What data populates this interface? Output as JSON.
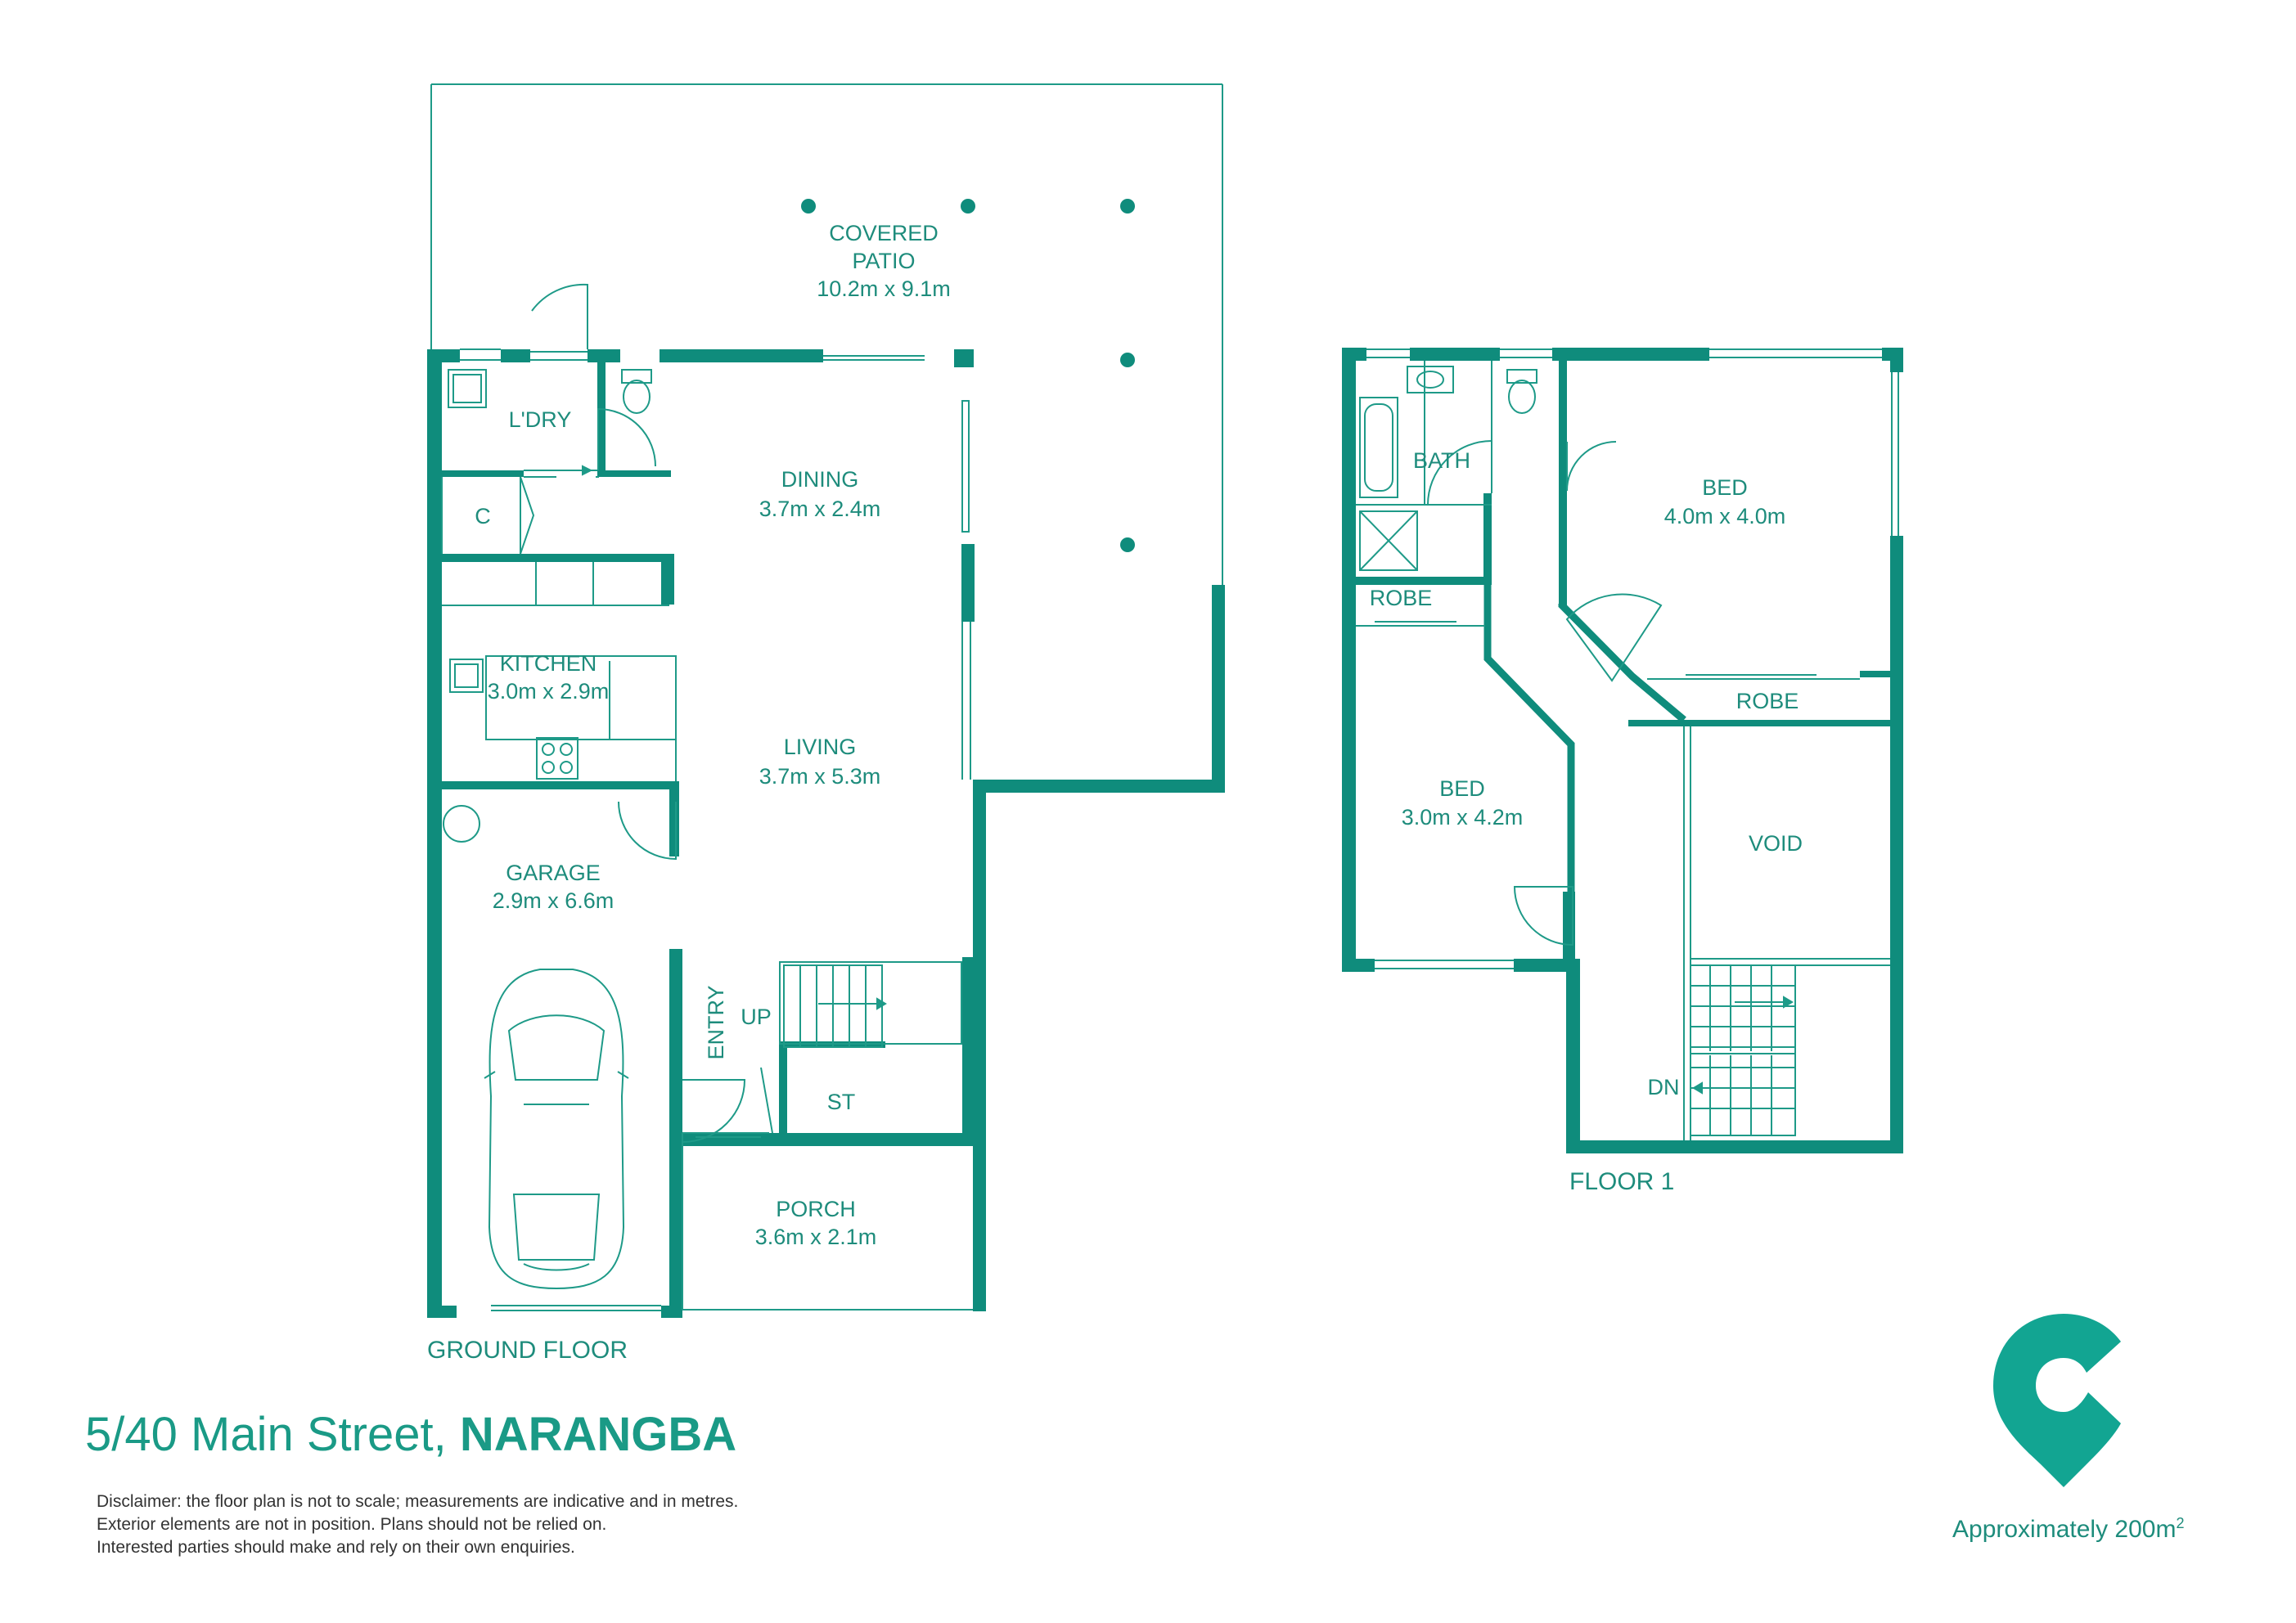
{
  "colors": {
    "wall": "#0f8c7c",
    "thin": "#1e9a88",
    "text": "#1e8c7c",
    "logo": "#12a592"
  },
  "ground_floor": {
    "label": "GROUND FLOOR",
    "rooms": {
      "covered_patio": {
        "name_line1": "COVERED",
        "name_line2": "PATIO",
        "size": "10.2m x 9.1m"
      },
      "laundry": {
        "name": "L'DRY"
      },
      "cupboard": {
        "name": "C"
      },
      "dining": {
        "name": "DINING",
        "size": "3.7m x 2.4m"
      },
      "kitchen": {
        "name": "KITCHEN",
        "size": "3.0m x 2.9m"
      },
      "living": {
        "name": "LIVING",
        "size": "3.7m x 5.3m"
      },
      "garage": {
        "name": "GARAGE",
        "size": "2.9m x 6.6m"
      },
      "entry": {
        "name": "ENTRY"
      },
      "stairs_up": {
        "name": "UP"
      },
      "storage": {
        "name": "ST"
      },
      "porch": {
        "name": "PORCH",
        "size": "3.6m x 2.1m"
      }
    }
  },
  "floor_1": {
    "label": "FLOOR 1",
    "rooms": {
      "bath": {
        "name": "BATH"
      },
      "robe_left": {
        "name": "ROBE"
      },
      "bed_main": {
        "name": "BED",
        "size": "4.0m x 4.0m"
      },
      "robe_right": {
        "name": "ROBE"
      },
      "bed_second": {
        "name": "BED",
        "size": "3.0m x 4.2m"
      },
      "void": {
        "name": "VOID"
      },
      "stairs_down": {
        "name": "DN"
      }
    }
  },
  "title": {
    "address": "5/40 Main Street, ",
    "suburb": "NARANGBA"
  },
  "disclaimer": [
    "Disclaimer: the floor plan is not to scale; measurements are indicative and in metres.",
    "Exterior elements are not in position. Plans should not be relied on.",
    "Interested parties should make and rely on their own enquiries."
  ],
  "area": {
    "text": "Approximately 200m",
    "unit_superscript": "2"
  },
  "logo": {
    "icon": "location-pin-c-logo-icon"
  }
}
